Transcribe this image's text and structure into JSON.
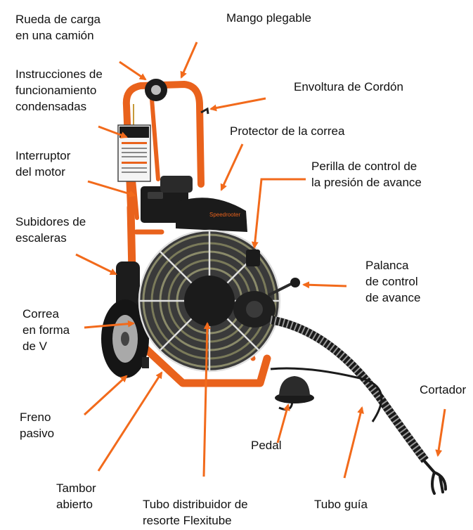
{
  "colors": {
    "arrow": "#f26a1b",
    "frame": "#e9621c",
    "metal": "#222222",
    "text": "#111111"
  },
  "labels": {
    "rueda": "Rueda de carga\nen una camión",
    "mango": "Mango plegable",
    "instrucciones": "Instrucciones de\nfuncionamiento\ncondensadas",
    "envoltura": "Envoltura de Cordón",
    "protector": "Protector de la correa",
    "interruptor": "Interruptor\ndel motor",
    "perilla": "Perilla de control de\nla presión de avance",
    "subidores": "Subidores de\nescaleras",
    "palanca": "Palanca\nde control\nde avance",
    "correa": "Correa\nen forma\nde V",
    "cortador": "Cortador",
    "freno": "Freno\npasivo",
    "pedal": "Pedal",
    "tambor": "Tambor\nabierto",
    "tubo_distribuidor": "Tubo distribuidor de\nresorte Flexitube",
    "tubo_guia": "Tubo guía"
  }
}
